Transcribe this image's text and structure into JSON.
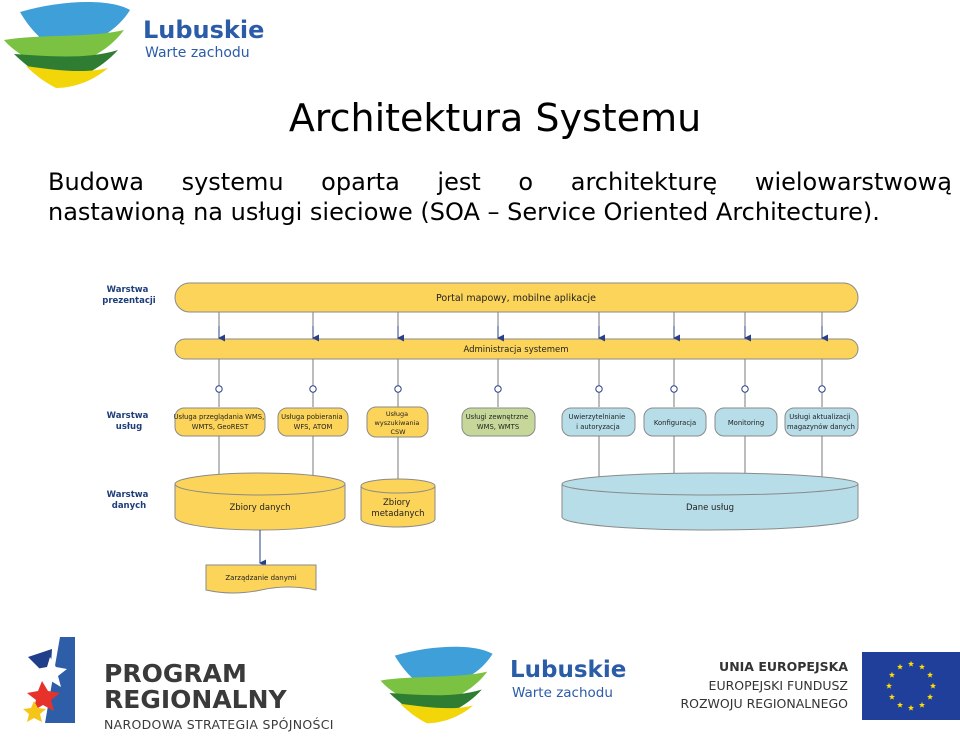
{
  "header_logo": {
    "name": "Lubuskie",
    "tagline": "Warte zachodu"
  },
  "slide": {
    "title": "Architektura Systemu",
    "intro_line1": "Budowa systemu oparta jest o architekturę wielowarstwową",
    "intro_line2": "nastawioną na usługi sieciowe (SOA – Service Oriented Architecture)."
  },
  "diagram": {
    "layers": {
      "presentation": [
        "Warstwa",
        "prezentacji"
      ],
      "services": [
        "Warstwa",
        "usług"
      ],
      "data": [
        "Warstwa",
        "danych"
      ]
    },
    "portal_bar": "Portal mapowy, mobilne aplikacje",
    "admin_bar": "Administracja systemem",
    "services": [
      {
        "lines": [
          "Usługa przeglądania WMS,",
          "WMTS, GeoREST"
        ],
        "color": "#fcd45a"
      },
      {
        "lines": [
          "Usługa pobierania",
          "WFS, ATOM"
        ],
        "color": "#fcd45a"
      },
      {
        "lines": [
          "Usługa",
          "wyszukiwania",
          "CSW"
        ],
        "color": "#fcd45a"
      },
      {
        "lines": [
          "Usługi zewnętrzne",
          "WMS, WMTS"
        ],
        "color": "#c5d89a"
      },
      {
        "lines": [
          "Uwierzytelnianie",
          "i autoryzacja"
        ],
        "color": "#b7dde8"
      },
      {
        "lines": [
          "Konfiguracja"
        ],
        "color": "#b7dde8"
      },
      {
        "lines": [
          "Monitoring"
        ],
        "color": "#b7dde8"
      },
      {
        "lines": [
          "Usługi aktualizacji",
          "magazynów danych"
        ],
        "color": "#b7dde8"
      }
    ],
    "stores": {
      "main": "Zbiory danych",
      "meta": [
        "Zbiory",
        "metadanych"
      ],
      "service": "Dane usług"
    },
    "management": "Zarządzanie danymi",
    "colors": {
      "yellow": "#fcd45a",
      "blue": "#b7dde8",
      "green": "#c5d89a",
      "stroke": "#7a7a7a"
    }
  },
  "footer": {
    "program": {
      "line1": "PROGRAM",
      "line2": "REGIONALNY",
      "sub": "NARODOWA STRATEGIA SPÓJNOŚCI"
    },
    "lubuskie": {
      "name": "Lubuskie",
      "tagline": "Warte zachodu"
    },
    "eu": {
      "line1": "UNIA EUROPEJSKA",
      "line2": "EUROPEJSKI FUNDUSZ",
      "line3": "ROZWOJU REGIONALNEGO"
    }
  }
}
